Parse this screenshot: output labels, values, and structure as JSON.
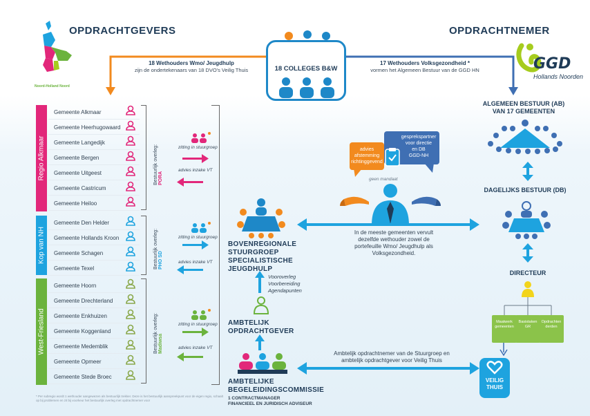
{
  "headers": {
    "left": "OPDRACHTGEVERS",
    "right": "OPDRACHTNEMER"
  },
  "map": {
    "caption": "Noord-Holland Noord"
  },
  "top": {
    "left_bold": "18 Wethouders Wmo/ Jeugdhulp",
    "left_sub": "zijn de ondertekenaars van 18 DVO's Veilig Thuis",
    "colleges": "18 COLLEGES B&W",
    "right_bold": "17 Wethouders Volksgezondheid *",
    "right_sub": "vormen het Algemeen Bestuur van de GGD HN"
  },
  "ggd": {
    "name": "GGD",
    "subtitle": "Hollands Noorden"
  },
  "regions": [
    {
      "name": "Regio Alkmaar",
      "color": "#e2277a",
      "overleg": "Bestuurlijk overleg:",
      "overleg_sub": "PORA",
      "arrow_in": "zitting in stuurgroep",
      "arrow_out": "advies inzake VT",
      "municipalities": [
        "Gemeente Alkmaar",
        "Gemeente Heerhugowaard",
        "Gemeente Langedijk",
        "Gemeente Bergen",
        "Gemeente Uitgeest",
        "Gemeente Castricum",
        "Gemeente Heiloo"
      ]
    },
    {
      "name": "Kop van NH",
      "color": "#1ea3df",
      "overleg": "Bestuurlijk overleg:",
      "overleg_sub": "PHO SD",
      "arrow_in": "zitting in stuurgroep",
      "arrow_out": "advies inzake VT",
      "municipalities": [
        "Gemeente Den Helder",
        "Gemeente Hollands Kroon",
        "Gemeente Schagen",
        "Gemeente Texel"
      ]
    },
    {
      "name": "West-Friesland",
      "color": "#6bb33d",
      "overleg": "Bestuurlijk overleg:",
      "overleg_sub": "Madiwsa",
      "arrow_in": "zitting in stuurgroep",
      "arrow_out": "advies inzake VT",
      "municipalities": [
        "Gemeente Hoorn",
        "Gemeente Drechterland",
        "Gemeente Enkhuizen",
        "Gemeente Koggenland",
        "Gemeente Medemblik",
        "Gemeente Opmeer",
        "Gemeente Stede Broec"
      ]
    }
  ],
  "stuurgroep": {
    "lines": [
      "BOVENREGIONALE",
      "STUURGROEP",
      "SPECIALISTISCHE",
      "JEUGDHULP"
    ]
  },
  "vooroverleg": [
    "Vooroverleg",
    "Voorbereiding",
    "Agendapunten"
  ],
  "ambtelijk_opdrachtgever": [
    "AMBTELIJK",
    "OPDRACHTGEVER"
  ],
  "begeleiding": {
    "lines": [
      "AMBTELIJKE",
      "BEGELEIDINGSCOMMISSIE"
    ],
    "sub": [
      "1 CONTRACTMANAGER",
      "FINANCIEEL EN JURIDISCH ADVISEUR"
    ]
  },
  "bubbles": {
    "orange": [
      "advies",
      "afstemming",
      "richtinggevend"
    ],
    "blue": [
      "gesprekspartner",
      "voor directie",
      "en DB",
      "GGD-NH"
    ],
    "geen": "geen mandaat"
  },
  "middle_text": [
    "In de meeste gemeenten vervult",
    "dezelfde wethouder zowel de",
    "portefeuille Wmo/ Jeugdhulp als",
    "Volksgezondheid."
  ],
  "bottom_text": [
    "Ambtelijk opdrachtnemer van de Stuurgroep en",
    "ambtelijk opdrachtgever voor Veilig Thuis"
  ],
  "ab": [
    "ALGEMEEN BESTUUR (AB)",
    "VAN 17 GEMEENTEN"
  ],
  "db": "DAGELIJKS BESTUUR (DB)",
  "directeur": "DIRECTEUR",
  "dir_boxes": [
    [
      "Maatwerk",
      "gemeenten"
    ],
    [
      "Basistaken",
      "GR"
    ],
    [
      "Opdrachten",
      "derden"
    ]
  ],
  "veilig_thuis": [
    "VEILIG",
    "THUIS"
  ],
  "footnote": "* Per subregio wordt 1 wethouder aangewezen als bestuurlijk trekker. Deze is het bestuurlijk aanspreekpunt voor de eigen regio, schaalt op bij problemen en zit bij voorkeur het bestuurlijk overleg met opdrachtnemer voor",
  "colors": {
    "navy": "#1f3b57",
    "blue": "#1e88c8",
    "orange": "#f28a1e",
    "magenta": "#e2277a",
    "cyan": "#1ea3df",
    "green": "#6bb33d",
    "lime": "#a6cc1e",
    "yellow": "#f2d41c"
  }
}
